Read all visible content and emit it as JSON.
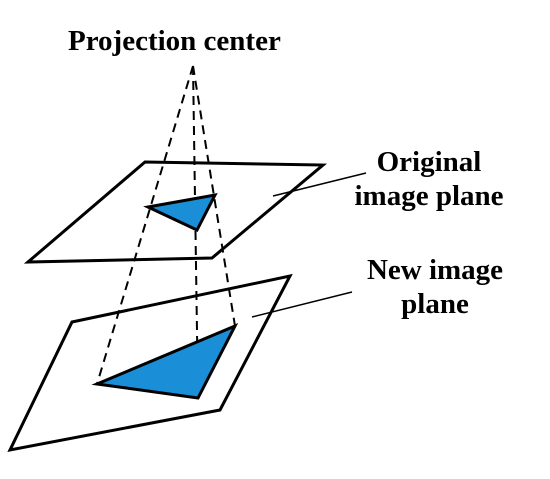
{
  "labels": {
    "projection_center": "Projection center",
    "original_plane_line1": "Original",
    "original_plane_line2": "image plane",
    "new_plane_line1": "New image",
    "new_plane_line2": "plane"
  },
  "colors": {
    "triangle_fill": "#1a8fd8",
    "stroke": "#000000",
    "background": "#ffffff"
  }
}
